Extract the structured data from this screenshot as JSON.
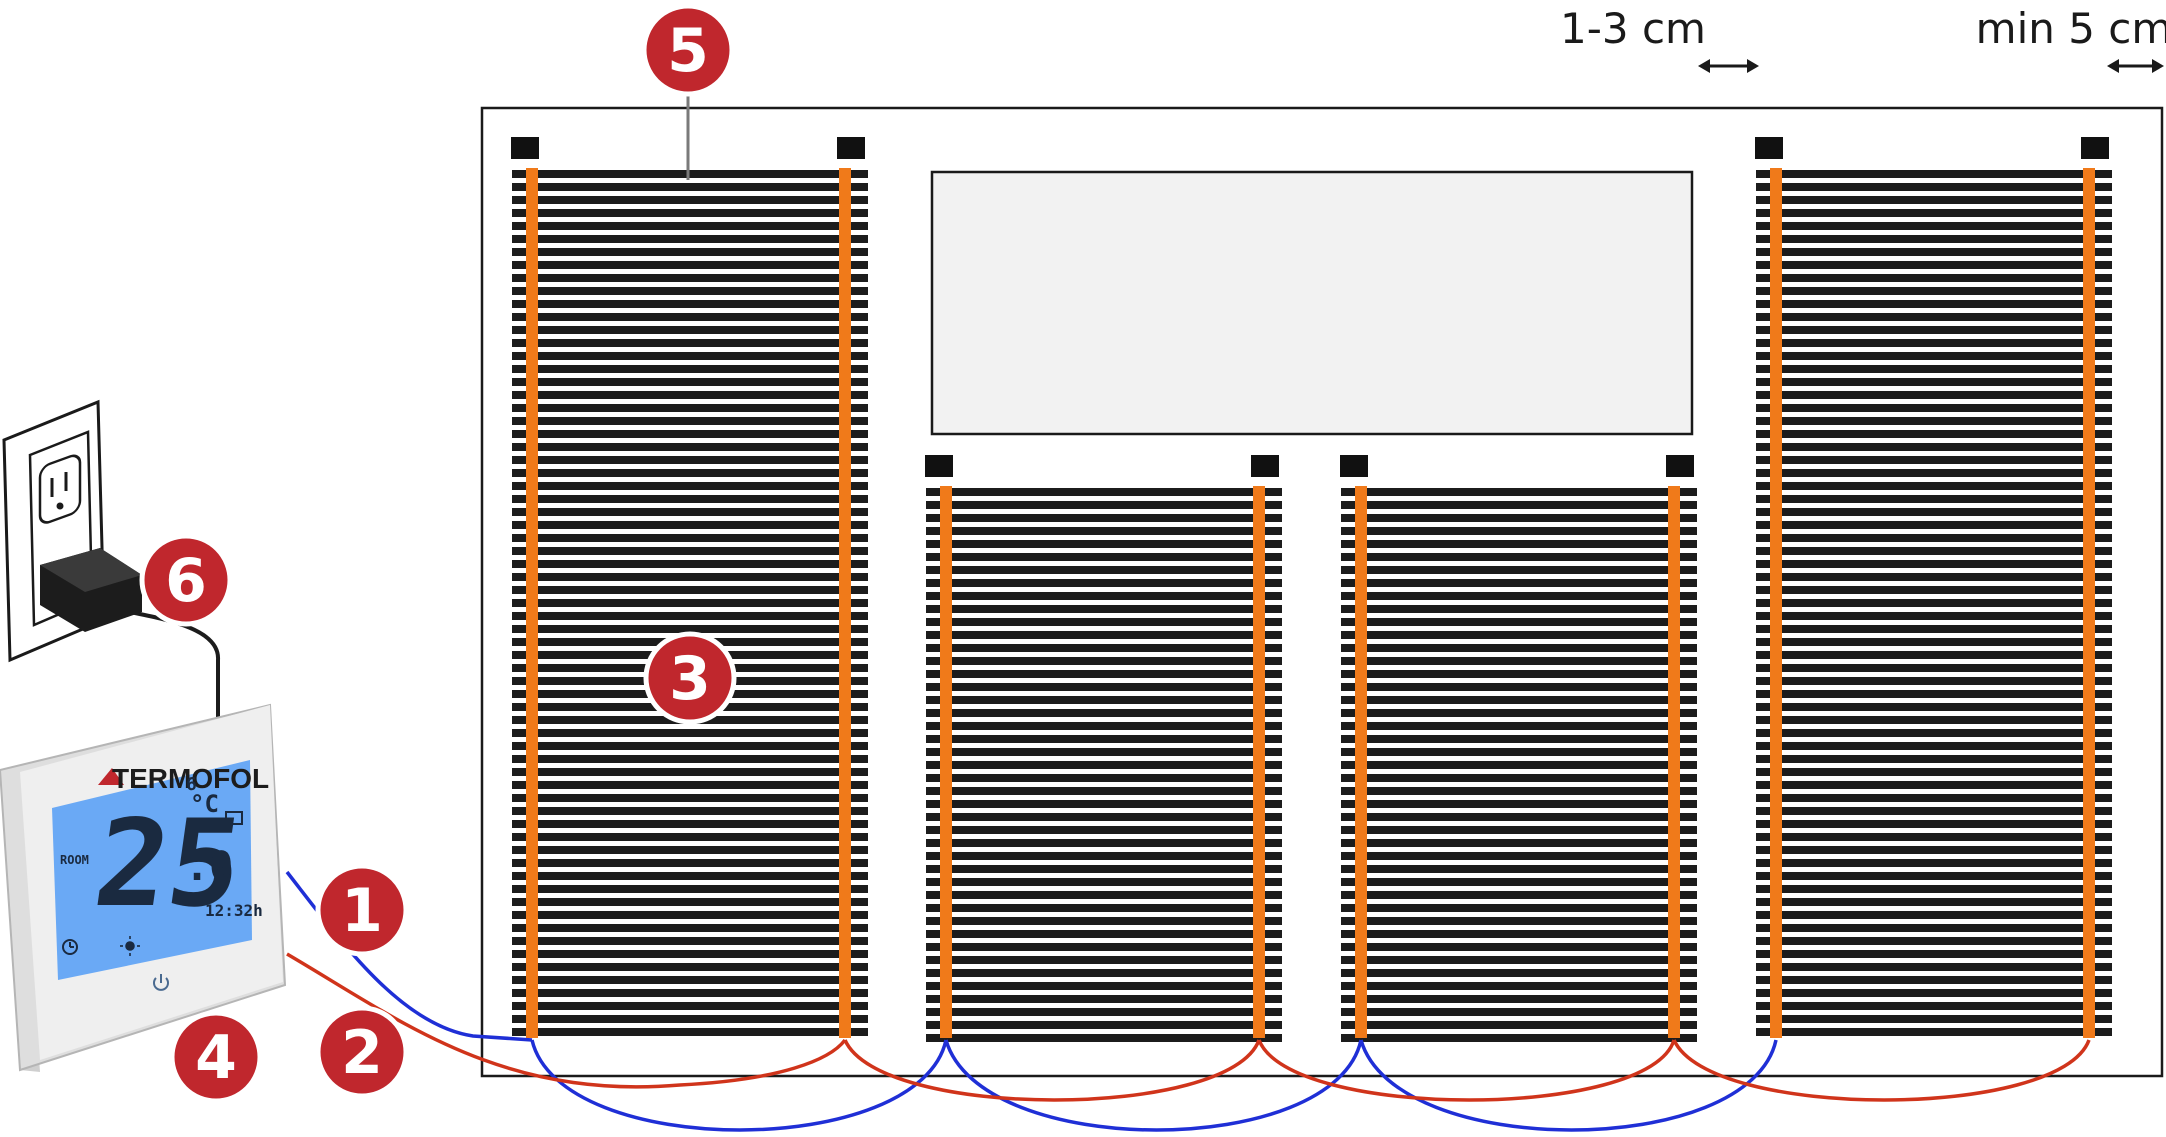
{
  "dimensions": {
    "gap_label": "1-3 cm",
    "edge_label": "min 5 cm"
  },
  "badges": [
    "1",
    "2",
    "3",
    "4",
    "5",
    "6"
  ],
  "thermostat": {
    "brand": "TERMOFOL",
    "temperature_main": "25",
    "temperature_decimal": ".0",
    "set_value": "6",
    "unit": "°C",
    "mode_label": "ROOM",
    "time": "12:32h"
  },
  "colors": {
    "badge": "#c0272d",
    "busbar": "#f07a1a",
    "film_stripe": "#1c1c1c",
    "wire_blue": "#1f2fd6",
    "wire_red": "#d0341b",
    "lcd": "#6aa9f5",
    "excluded_zone": "#f2f2f2"
  }
}
